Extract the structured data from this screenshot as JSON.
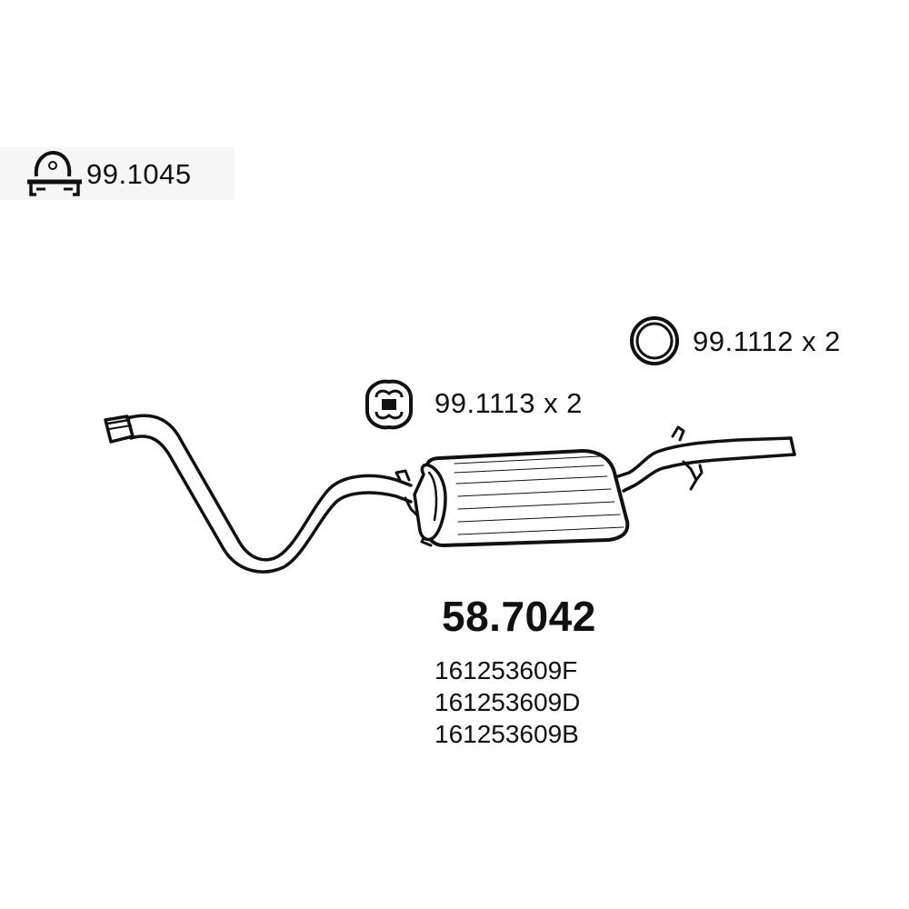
{
  "parts": {
    "clamp": {
      "code": "99.1045",
      "icon": "pipe-clamp-icon"
    },
    "hanger": {
      "code": "99.1113 x 2",
      "icon": "rubber-hanger-icon"
    },
    "ring": {
      "code": "99.1112 x 2",
      "icon": "mounting-ring-icon"
    }
  },
  "main_part": {
    "number": "58.7042",
    "icon": "exhaust-silencer-drawing",
    "oem_numbers": [
      "161253609F",
      "161253609D",
      "161253609B"
    ]
  },
  "colors": {
    "ink": "#111111",
    "background": "#ffffff"
  }
}
